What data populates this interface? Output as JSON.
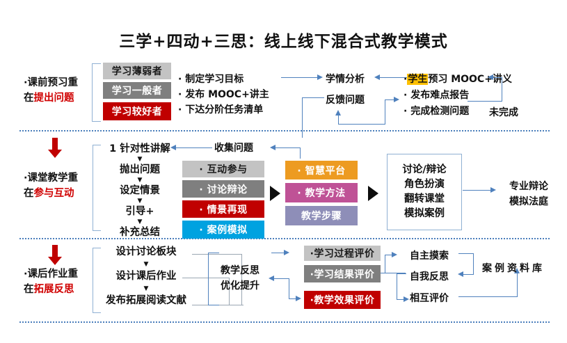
{
  "title": "三学+四动+三思：线上线下混合式教学模式",
  "colors": {
    "light_gray": "#c3c3c3",
    "gray": "#7f7f7f",
    "red": "#c00000",
    "blue": "#00a2e0",
    "orange": "#ed9b21",
    "magenta": "#bf5296",
    "purple": "#8e8eb8",
    "connector_blue": "#4f81bd",
    "highlight_yellow": "#ffc000",
    "accent_red_text": "#d00000"
  },
  "row1": {
    "label_line1": "·课前预习重",
    "label_line2_prefix": "在",
    "label_line2_highlight": "提出问题",
    "boxes": [
      {
        "label": "学习薄弱者",
        "style": "light_gray"
      },
      {
        "label": "学习一般者",
        "style": "gray"
      },
      {
        "label": "学习较好者",
        "style": "red"
      }
    ],
    "teacher_tasks": [
      "· 制定学习目标",
      "· 发布 MOOC+讲主",
      "· 下达分阶任务清单"
    ],
    "analysis": "学情分析",
    "feedback": "反馈问题",
    "student_tasks_first_prefix": "·",
    "student_tasks_first_highlight": "学生",
    "student_tasks_first_rest": "预习 MOOC+讲义",
    "student_tasks": [
      "· 发布难点报告",
      "· 完成检测问题"
    ],
    "incomplete": "未完成"
  },
  "row2": {
    "label_line1": "·课堂教学重",
    "label_line2_prefix": "在",
    "label_line2_highlight": "参与互动",
    "flow": [
      "1 针对性讲解",
      "抛出问题",
      "设定情景",
      "引导+",
      "补充总结"
    ],
    "collect": "收集问题",
    "col1": [
      {
        "label": "· 互动参与",
        "style": "light_gray"
      },
      {
        "label": "· 讨论辩论",
        "style": "gray"
      },
      {
        "label": "· 情景再现",
        "style": "red"
      },
      {
        "label": "· 案例模拟",
        "style": "blue"
      }
    ],
    "col2": [
      {
        "label": "· 智慧平台",
        "style": "orange"
      },
      {
        "label": "· 教学方法",
        "style": "magenta"
      },
      {
        "label": "教学步骤",
        "style": "purple"
      }
    ],
    "methods_box": [
      "讨论/辩论",
      "角色扮演",
      "翻转课堂",
      "模拟案例"
    ],
    "outcome": [
      "专业辩论",
      "模拟法庭"
    ]
  },
  "row3": {
    "label_line1": "·课后作业重",
    "label_line2_prefix": "在",
    "label_line2_highlight": "拓展反思",
    "flow": [
      "设计讨论板块",
      "设计课后作业",
      "发布拓展阅读文献"
    ],
    "reflection": [
      "教学反思",
      "优化提升"
    ],
    "evaluations": [
      {
        "label": "·学习过程评价",
        "style": "light_gray"
      },
      {
        "label": "·学习结果评价",
        "style": "gray"
      },
      {
        "label": "·教学效果评价",
        "style": "red"
      }
    ],
    "modes": [
      "自主摸索",
      "自我反思",
      "相互评价"
    ],
    "library": "案例资料库"
  }
}
